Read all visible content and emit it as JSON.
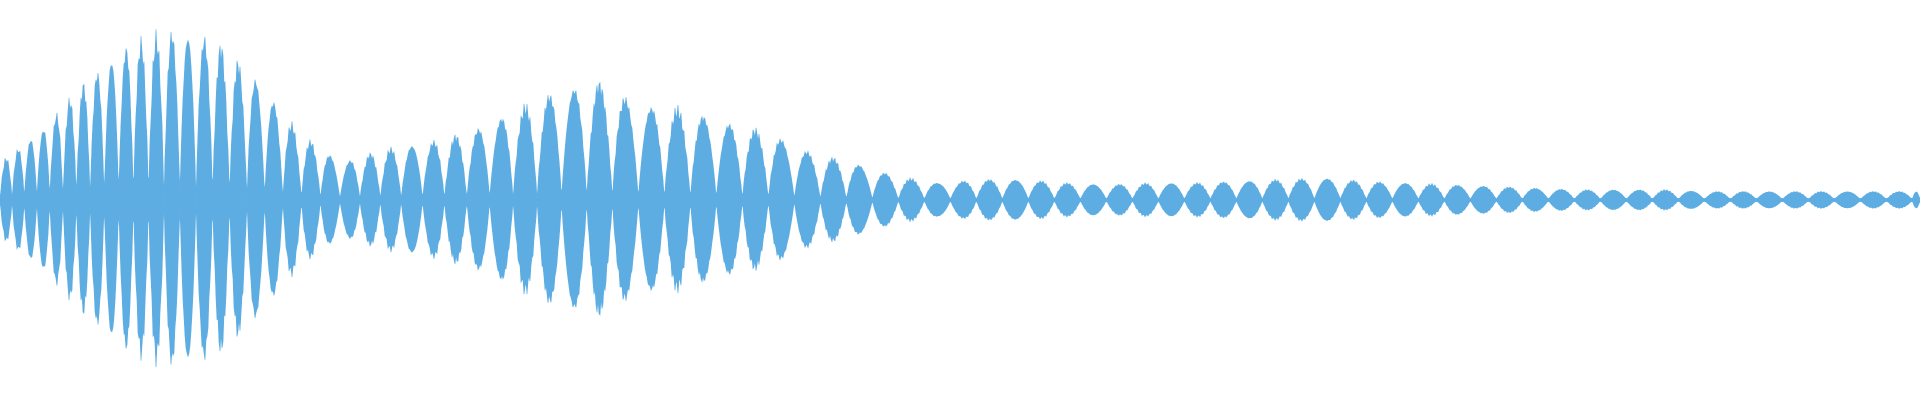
{
  "waveform": {
    "color": "#5dade2",
    "background": "#ffffff",
    "amplitude_envelope": [
      0.22,
      0.42,
      0.7,
      0.92,
      1.0,
      0.96,
      0.72,
      0.4,
      0.22,
      0.3,
      0.34,
      0.4,
      0.52,
      0.64,
      0.7,
      0.56,
      0.54,
      0.46,
      0.4,
      0.28,
      0.22,
      0.14,
      0.1,
      0.12,
      0.12,
      0.1,
      0.09,
      0.1,
      0.1,
      0.11,
      0.12,
      0.13,
      0.11,
      0.1,
      0.09,
      0.08,
      0.07,
      0.06,
      0.06,
      0.06,
      0.05,
      0.05,
      0.05,
      0.05,
      0.05,
      0.05
    ]
  }
}
